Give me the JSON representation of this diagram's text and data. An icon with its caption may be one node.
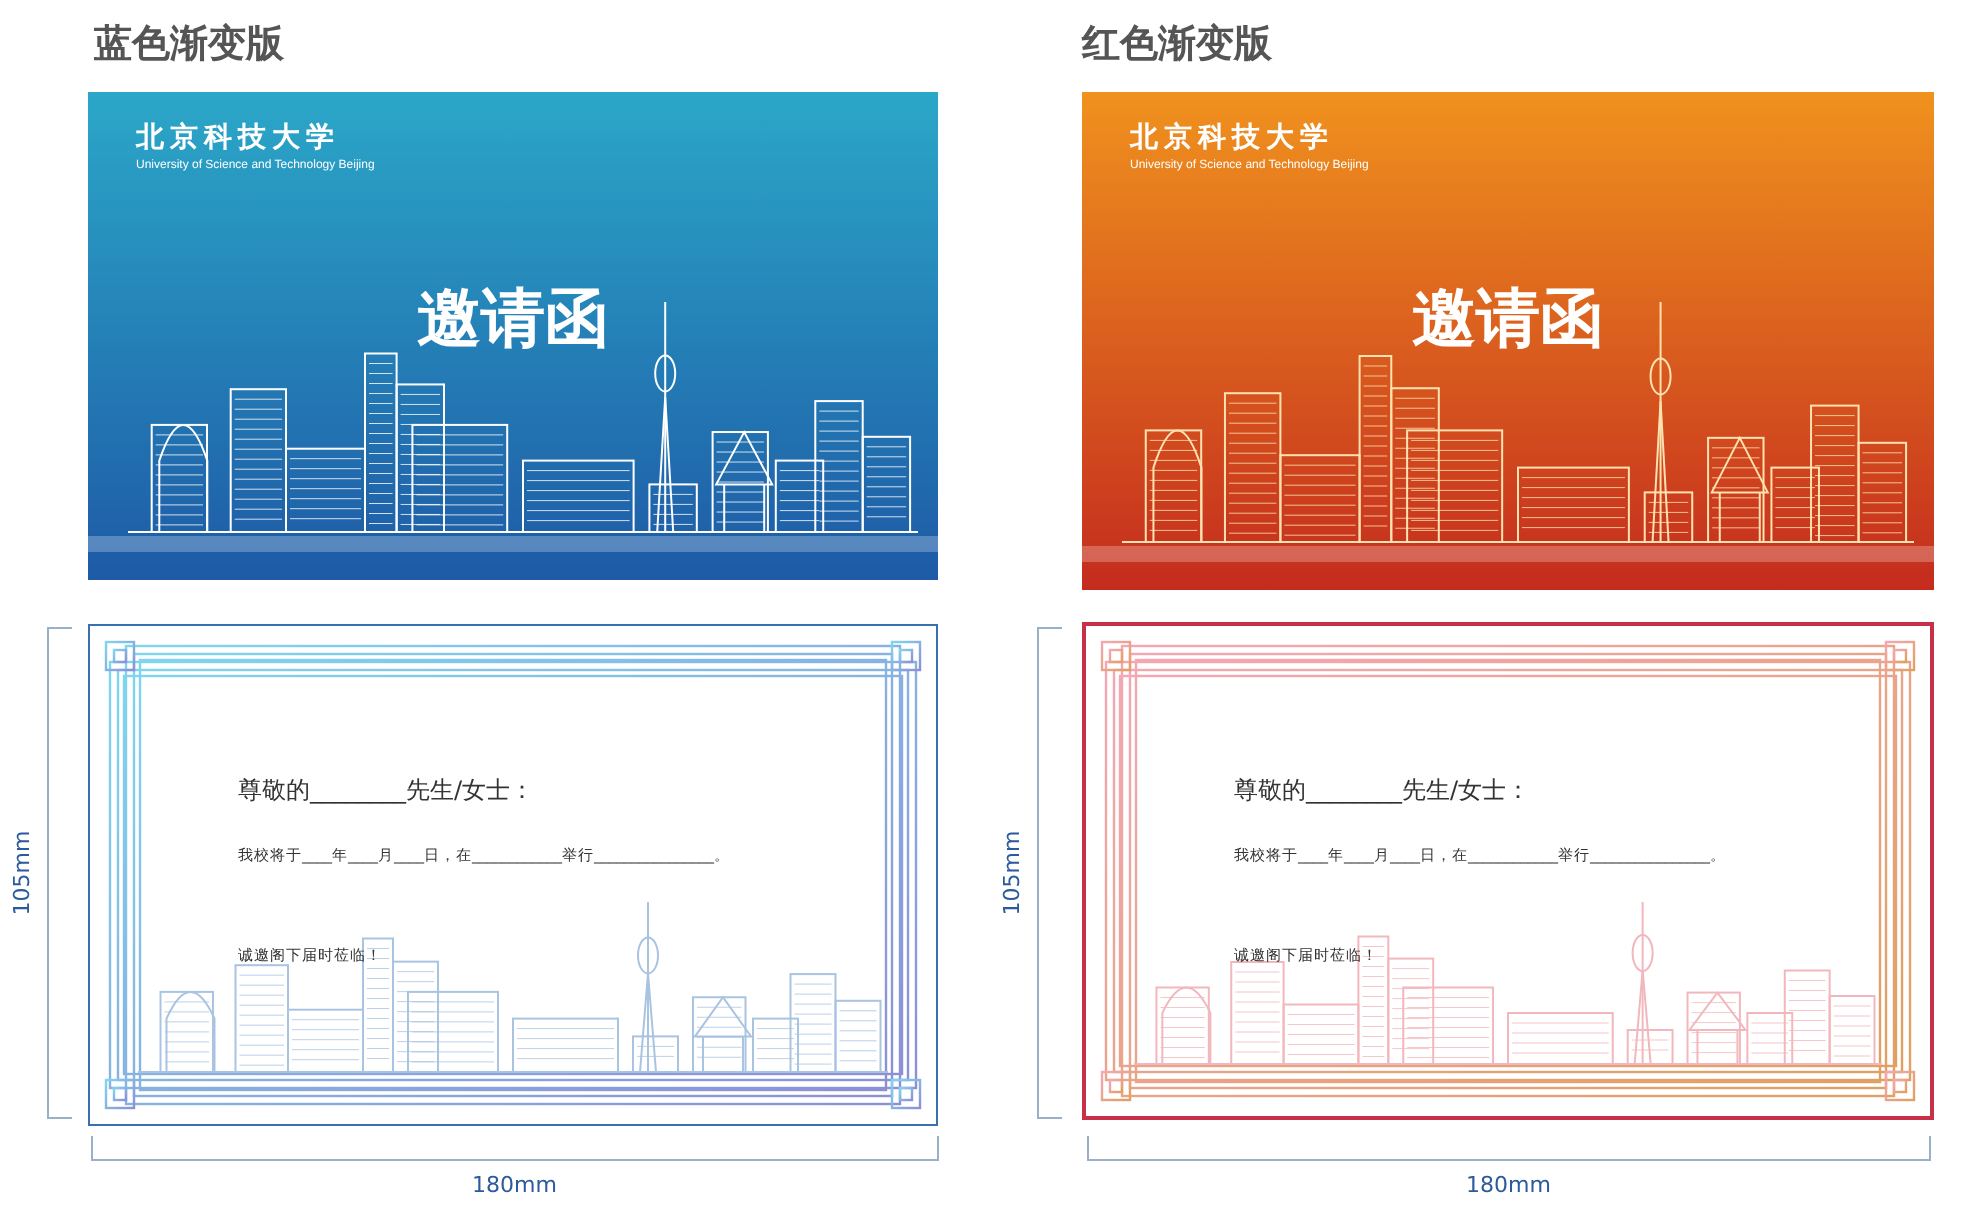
{
  "diagram": {
    "nodes": [
      {
        "text": [
          "北京科技大学",
          "University of Science and Technology Beijing",
          "邀请函"
        ]
      },
      {
        "text": [
          "尊敬的________先生/女士：",
          "我校将于____年____月____日，在____________举行________________。",
          "诚邀阁下届时莅临！"
        ]
      },
      {
        "text": [
          "北京科技大学",
          "University of Science and Technology Beijing",
          "邀请函"
        ]
      },
      {
        "text": [
          "尊敬的________先生/女士：",
          "我校将于____年____月____日，在____________举行________________。",
          "诚邀阁下届时莅临！"
        ]
      }
    ],
    "labels": [
      "蓝色渐变版",
      "红色渐变版",
      "105mm",
      "105mm",
      "180mm",
      "180mm"
    ]
  }
}
